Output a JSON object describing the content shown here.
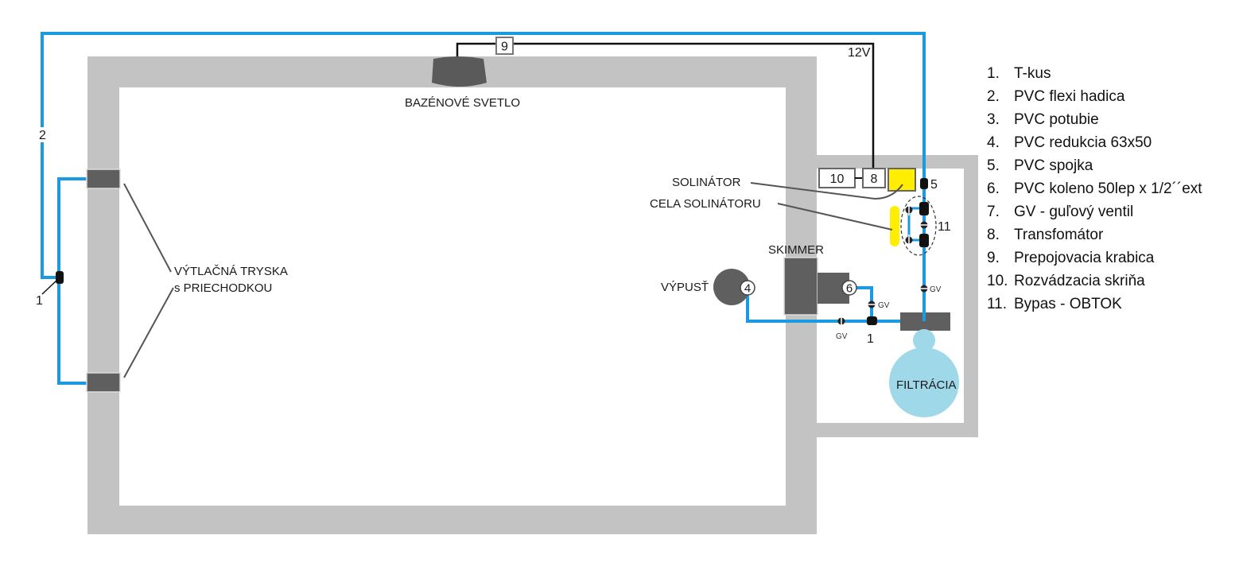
{
  "diagram": {
    "labels": {
      "pipe_2": "2",
      "tee_left": "1",
      "tee_right": "1",
      "box_9": "9",
      "voltage": "12V",
      "pool_light": "BAZÉNOVÉ SVETLO",
      "jets_line1": "VÝTLAČNÁ TRYSKA",
      "jets_line2": "s PRIECHODKOU",
      "chlorinator": "SOLINÁTOR",
      "chlorinator_cell": "CELA SOLINÁTORU",
      "box_10": "10",
      "box_8": "8",
      "coupling_5": "5",
      "bypass_11": "11",
      "skimmer": "SKIMMER",
      "drain": "VÝPUSŤ",
      "reducer_4": "4",
      "elbow_6": "6",
      "valve_gv": "GV",
      "filtration": "FILTRÁCIA"
    },
    "colors": {
      "wall": "#c3c3c3",
      "pipe": "#1a9ae0",
      "fitting": "#5f5f5f",
      "chlorinator": "#ffee00",
      "filter": "#9fd8e8",
      "cable": "#111111"
    }
  },
  "legend": [
    {
      "num": "1.",
      "text": "T-kus"
    },
    {
      "num": "2.",
      "text": "PVC flexi hadica"
    },
    {
      "num": "3.",
      "text": "PVC potubie"
    },
    {
      "num": "4.",
      "text": "PVC redukcia 63x50"
    },
    {
      "num": "5.",
      "text": "PVC spojka"
    },
    {
      "num": "6.",
      "text": "PVC koleno 50lep x 1/2´´ext"
    },
    {
      "num": "7.",
      "text": "GV - guľový ventil"
    },
    {
      "num": "8.",
      "text": "Transfomátor"
    },
    {
      "num": "9.",
      "text": "Prepojovacia krabica"
    },
    {
      "num": "10.",
      "text": "Rozvádzacia skriňa"
    },
    {
      "num": "11.",
      "text": "Bypas - OBTOK"
    }
  ]
}
